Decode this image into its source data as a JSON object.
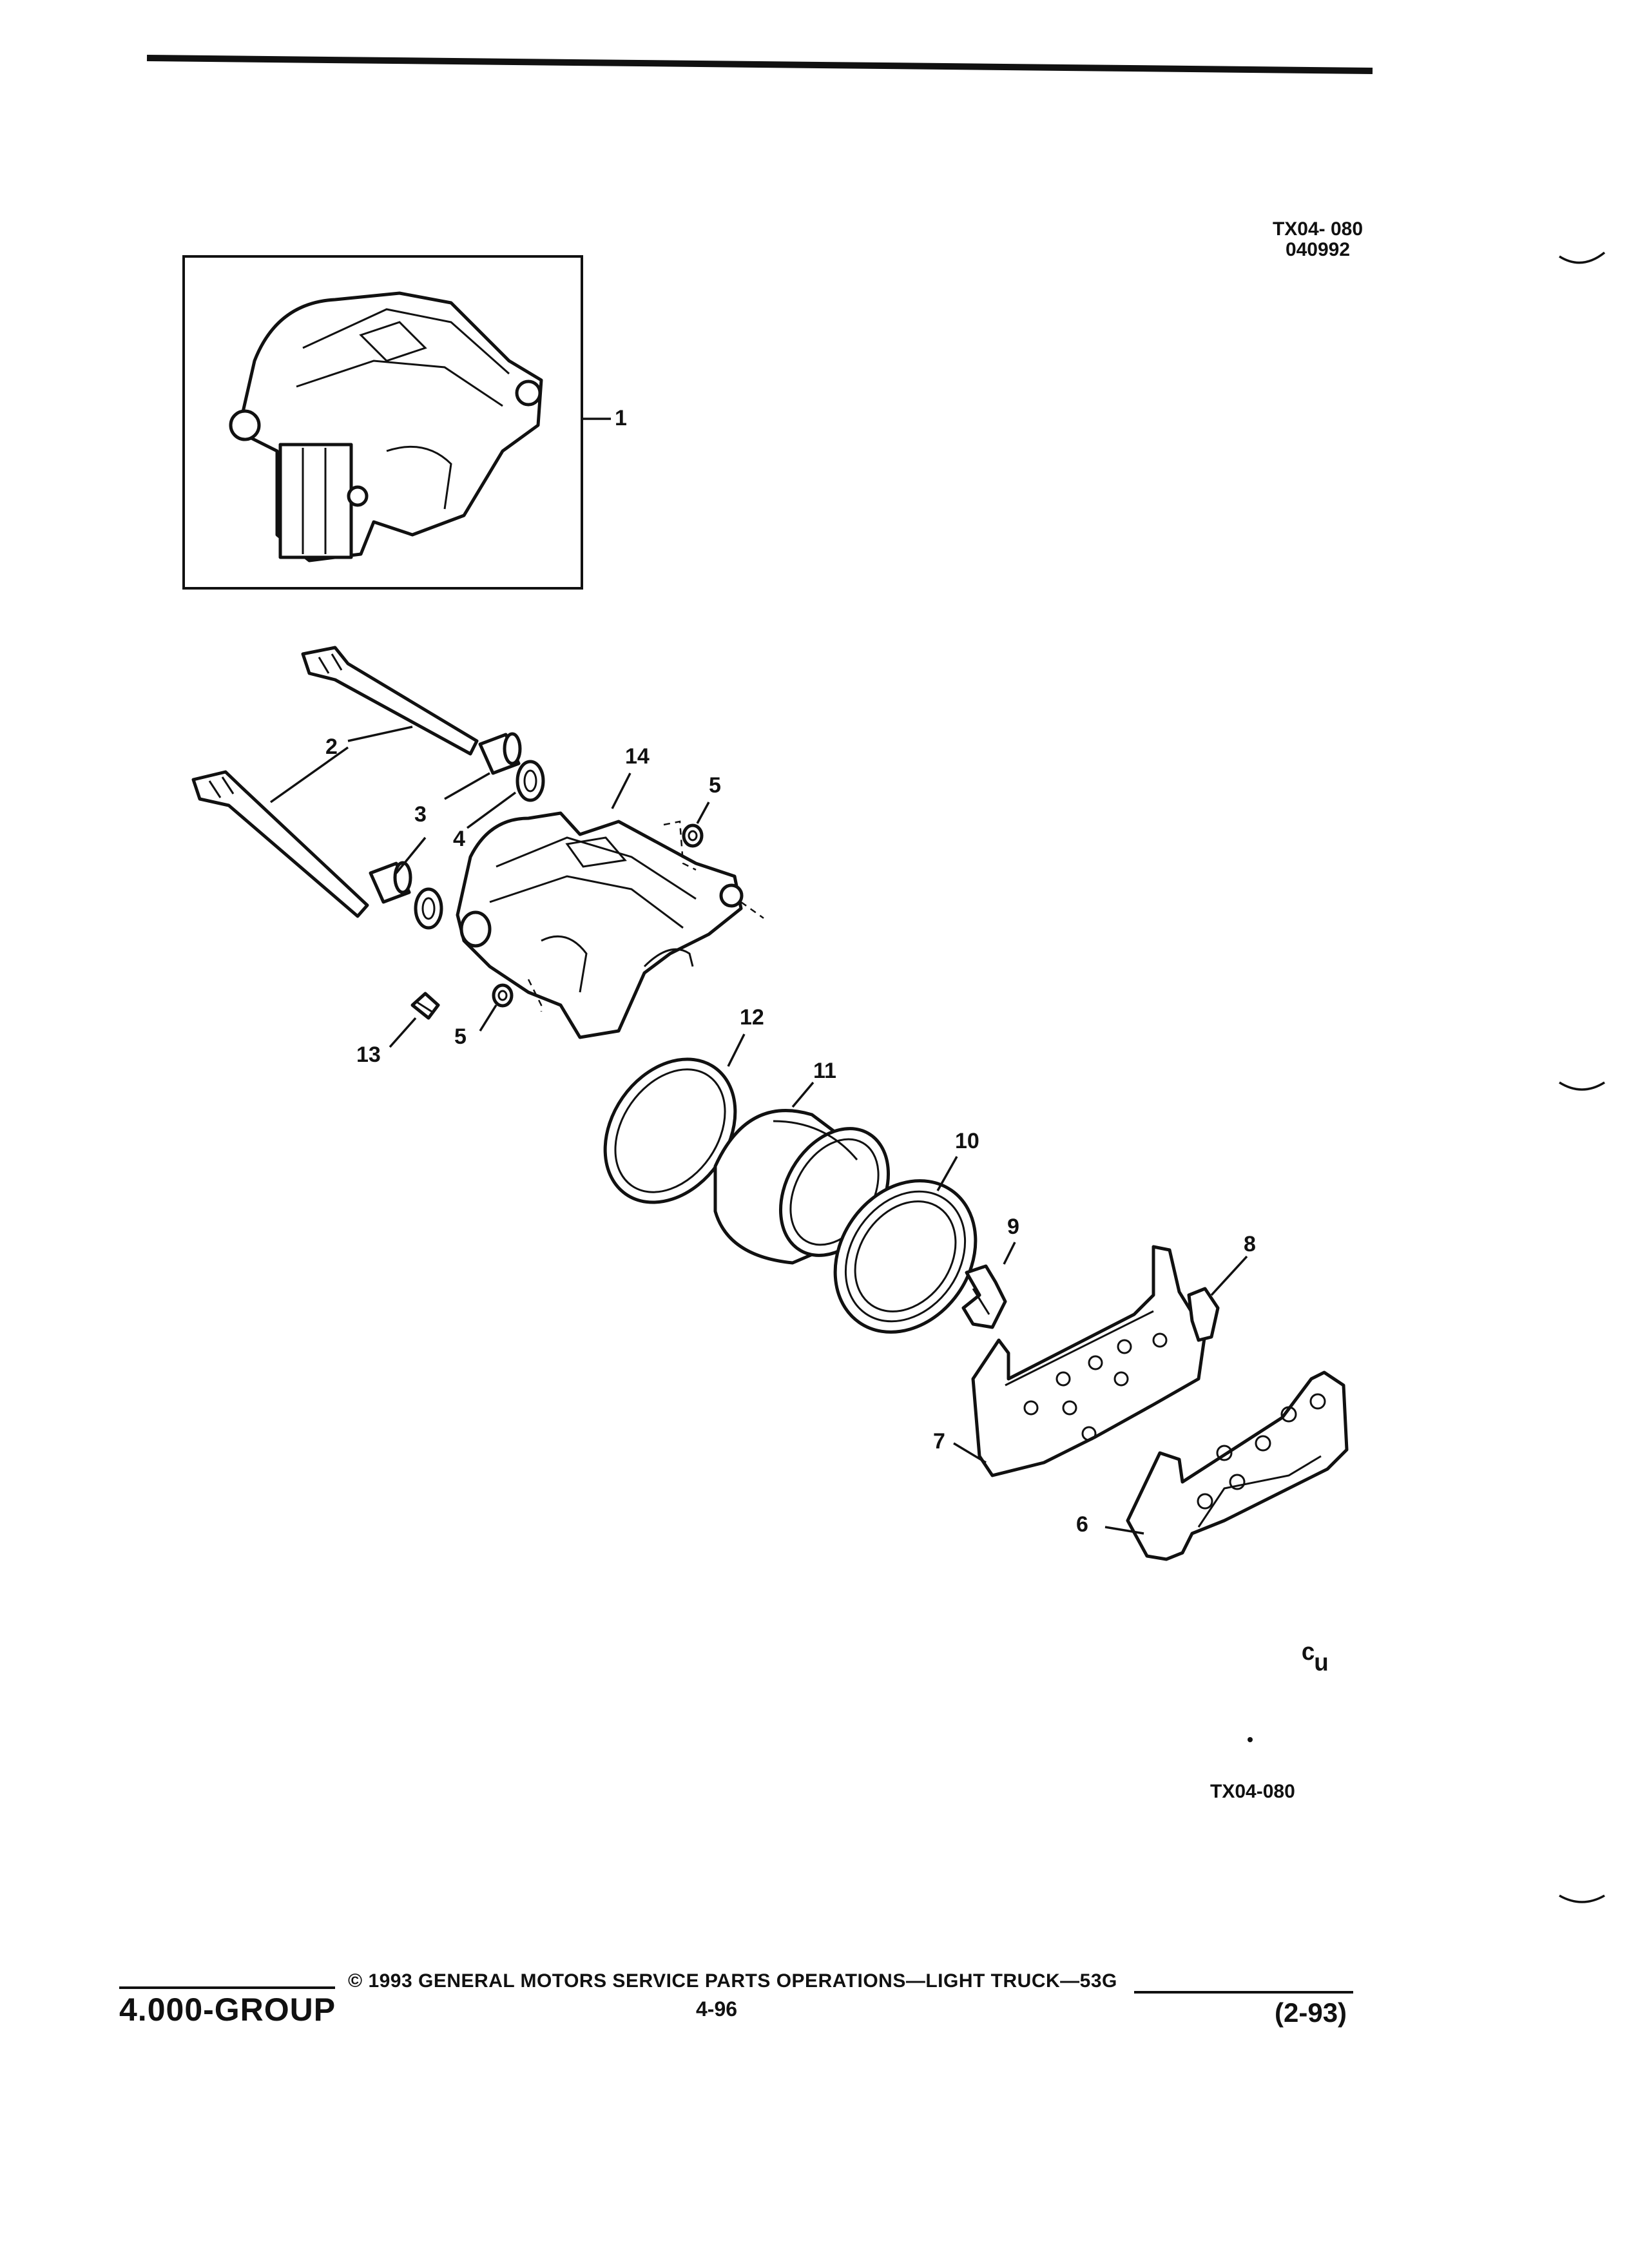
{
  "figure": {
    "code_top": "TX04- 080",
    "date_code": "040992",
    "code_bottom": "TX04-080",
    "corner_mark": "ᶜᵤ"
  },
  "callouts": [
    "1",
    "2",
    "3",
    "4",
    "5",
    "5",
    "6",
    "7",
    "8",
    "9",
    "10",
    "11",
    "12",
    "13",
    "14"
  ],
  "footer": {
    "group": "4.000-GROUP",
    "copyright": "© 1993  GENERAL MOTORS SERVICE PARTS OPERATIONS—LIGHT TRUCK—53G",
    "page": "4-96",
    "date": "(2-93)"
  },
  "icons": [
    "caliper-assembly-icon",
    "bolt-icon",
    "sleeve-icon",
    "bushing-icon",
    "caliper-housing-icon",
    "seal-icon",
    "piston-icon",
    "boot-icon",
    "clip-icon",
    "brake-pad-icon",
    "bleeder-valve-icon"
  ]
}
